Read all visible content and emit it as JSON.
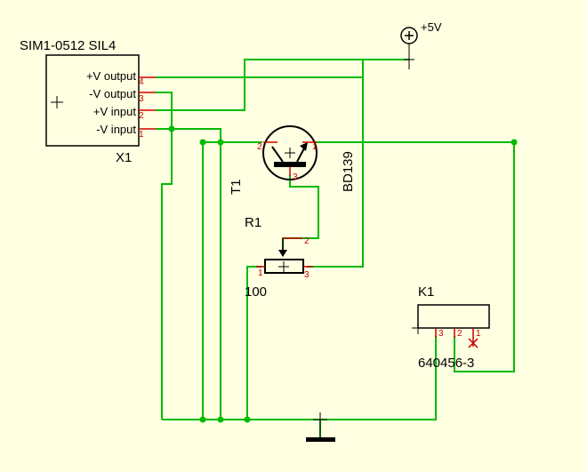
{
  "power": {
    "label": "+5V"
  },
  "x1": {
    "part": "SIM1-0512 SIL4",
    "ref": "X1",
    "pins": [
      {
        "name": "+V output",
        "num": "4"
      },
      {
        "name": "-V output",
        "num": "3"
      },
      {
        "name": "+V input",
        "num": "2"
      },
      {
        "name": "-V input",
        "num": "1"
      }
    ]
  },
  "t1": {
    "ref": "T1",
    "value": "BD139",
    "pins": [
      "2",
      "1",
      "3"
    ]
  },
  "r1": {
    "ref": "R1",
    "value": "100",
    "pins": [
      "2",
      "1",
      "3"
    ]
  },
  "k1": {
    "ref": "K1",
    "value": "640456-3",
    "pins": [
      "3",
      "2",
      "1"
    ]
  },
  "colors": {
    "background": "#ffffe1",
    "wire": "#00bb00",
    "pin": "#cc0000",
    "symbol": "#000000"
  }
}
